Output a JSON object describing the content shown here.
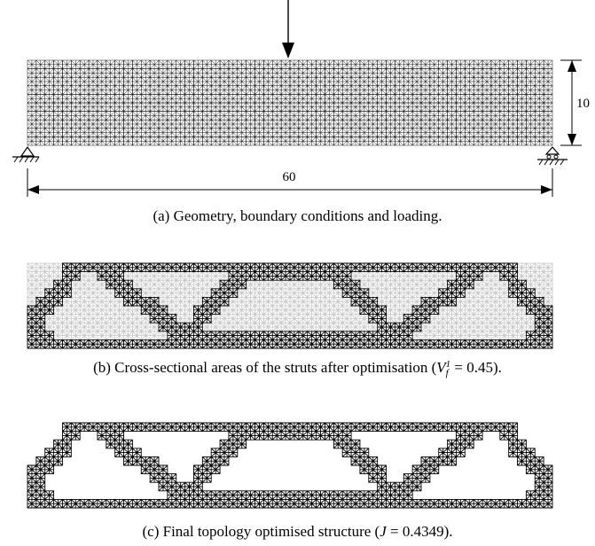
{
  "panel_a": {
    "caption": "(a) Geometry, boundary conditions and loading.",
    "length_label": "60",
    "height_label": "10"
  },
  "panel_b": {
    "caption_prefix": "(b) Cross-sectional areas of the struts after optimisation (",
    "vf_symbol": "V",
    "vf_sub": "f",
    "vf_sup": "1",
    "vf_value": " = 0.45).",
    "active_color": "#000000",
    "inactive_color": "#c8c8c8"
  },
  "panel_c": {
    "caption_prefix": "(c) Final topology optimised structure (",
    "j_symbol": "J",
    "j_value": " = 0.4349)."
  }
}
